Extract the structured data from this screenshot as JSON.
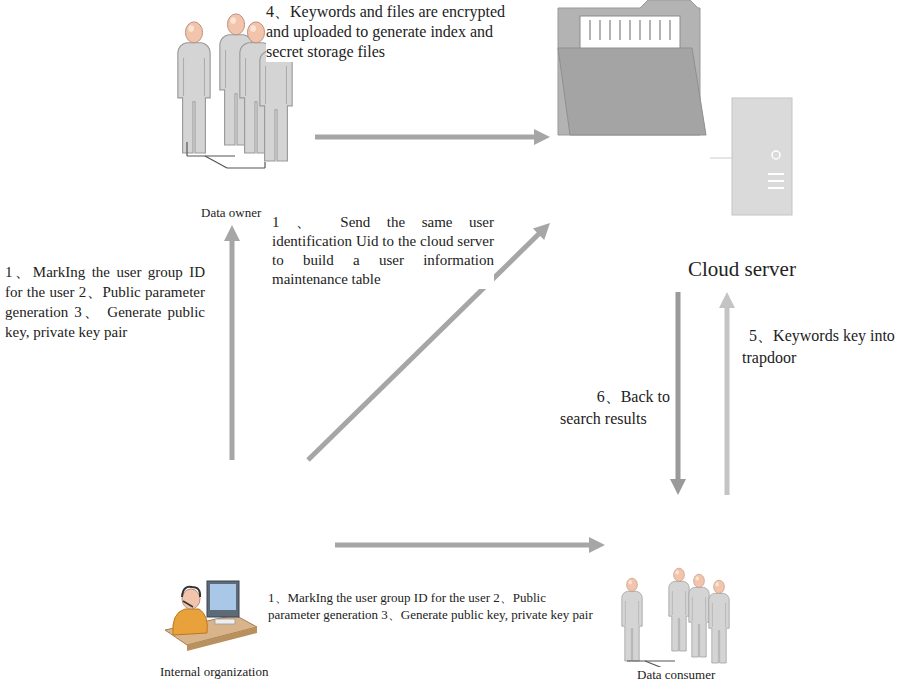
{
  "diagram": {
    "nodes": [
      {
        "text": [
          "Data owner"
        ]
      },
      {
        "text": [
          "Cloud server"
        ]
      },
      {
        "text": [
          "Internal organization"
        ]
      },
      {
        "text": [
          "Data consumer"
        ]
      }
    ],
    "edges": [
      {
        "from": 0,
        "to": 1,
        "arrow": "to",
        "label": "4、Keywords and files are encrypted and uploaded to generate index and secret storage files"
      },
      {
        "from": 2,
        "to": 0,
        "arrow": "to",
        "label": "1、MarkIng the user group ID for the user 2、Public parameter generation 3、 Generate public key, private key pair"
      },
      {
        "from": 2,
        "to": 1,
        "arrow": "to",
        "label": "1 、 Send the same user identification Uid to the cloud server to build a user information maintenance table"
      },
      {
        "from": 2,
        "to": 3,
        "arrow": "to",
        "label": "1、MarkIng the user group ID for the user 2、Public parameter generation 3、Generate public key, private key pair"
      },
      {
        "from": 3,
        "to": 1,
        "arrow": "to",
        "label": "5、Keywords key into trapdoor"
      },
      {
        "from": 1,
        "to": 3,
        "arrow": "to",
        "label": "6、Back to search results"
      }
    ]
  }
}
